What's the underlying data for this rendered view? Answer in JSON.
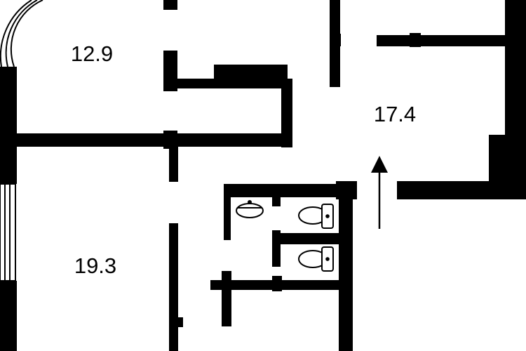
{
  "floorplan": {
    "colors": {
      "wall": "#000000",
      "background": "#ffffff"
    },
    "rooms": [
      {
        "id": "room-a",
        "area_label": "12.9"
      },
      {
        "id": "room-b",
        "area_label": "17.4"
      },
      {
        "id": "room-c",
        "area_label": "19.3"
      }
    ],
    "fixtures": [
      {
        "type": "sink-icon"
      },
      {
        "type": "toilet-icon"
      },
      {
        "type": "toilet-icon"
      }
    ],
    "entrance": {
      "icon": "entrance-arrow-icon"
    }
  }
}
